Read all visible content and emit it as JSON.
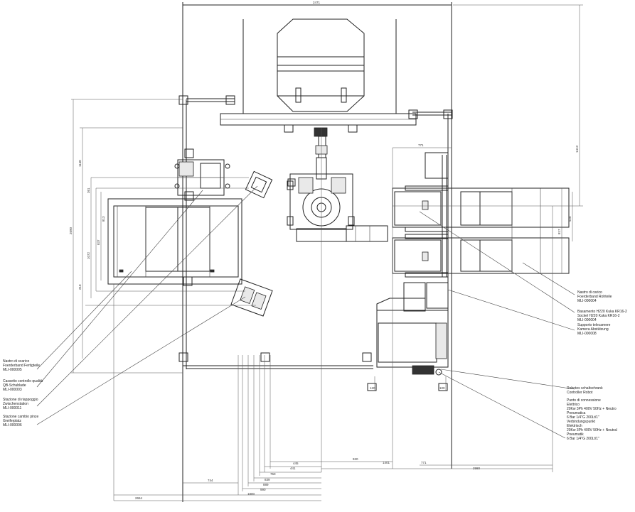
{
  "labels": {
    "nastro_scarico": [
      "Nastro di scarico",
      "Foerderband Fertigteile",
      "MLI-000005"
    ],
    "cassetto_qualita": [
      "Cassetto controllo qualità",
      "QB-Schublade",
      "MLI-000003"
    ],
    "stazione_riappoggio": [
      "Stazione di riappoggio",
      "Zwischenstation",
      "MLI-000011"
    ],
    "stazione_pinze": [
      "Stazione cambio pinze",
      "Greiferplatz",
      "MLI-000006"
    ],
    "nastro_carico": [
      "Nastro di carico",
      "Foerderband Rohteile",
      "MLI-000004"
    ],
    "basamento": [
      "Basamento H220 Kuka KR16-2",
      "Sockel H220 Kuka KR16-2",
      "MLI-000004"
    ],
    "supporto": [
      "Supporto telecamere",
      "Kamera Abstützung",
      "MLI-000008"
    ],
    "robot": [
      "Robotes schaltschrank",
      "Controller Robot"
    ],
    "punto_connessione": [
      "Punto di connessione",
      "Elettrico",
      "20Kw 3Ph 400V 50Hz + Neutro",
      "Pneumatica",
      "6 Bar 1/4\"G 200Lt/1\"",
      "Verbindungspunkt",
      "Elektrisch",
      "20Kw 3Ph 400V 50Hz + Neutral",
      "Pneumatik",
      "6 Bar 1/4\"G 200Lt/1\""
    ]
  },
  "dimensions": {
    "top": "2471",
    "right_vertical": "1413",
    "left_outer": "1148",
    "left_inner": "2690",
    "left_a": "361",
    "left_b": "1072",
    "left_c": "837",
    "left_d": "813",
    "left_e": "210",
    "right_a": "771",
    "right_b": "817",
    "right_c": "920",
    "bottom_1": "920",
    "bottom_2": "1401",
    "bottom_3": "771",
    "bottom_4": "445",
    "bottom_5": "441",
    "bottom_6": "750",
    "bottom_7": "839",
    "bottom_8": "889",
    "bottom_9": "990",
    "bottom_10": "1800",
    "bottom_11": "2654",
    "bottom_12": "2980",
    "bottom_13": "744",
    "small_1": "120",
    "small_2": "100"
  }
}
